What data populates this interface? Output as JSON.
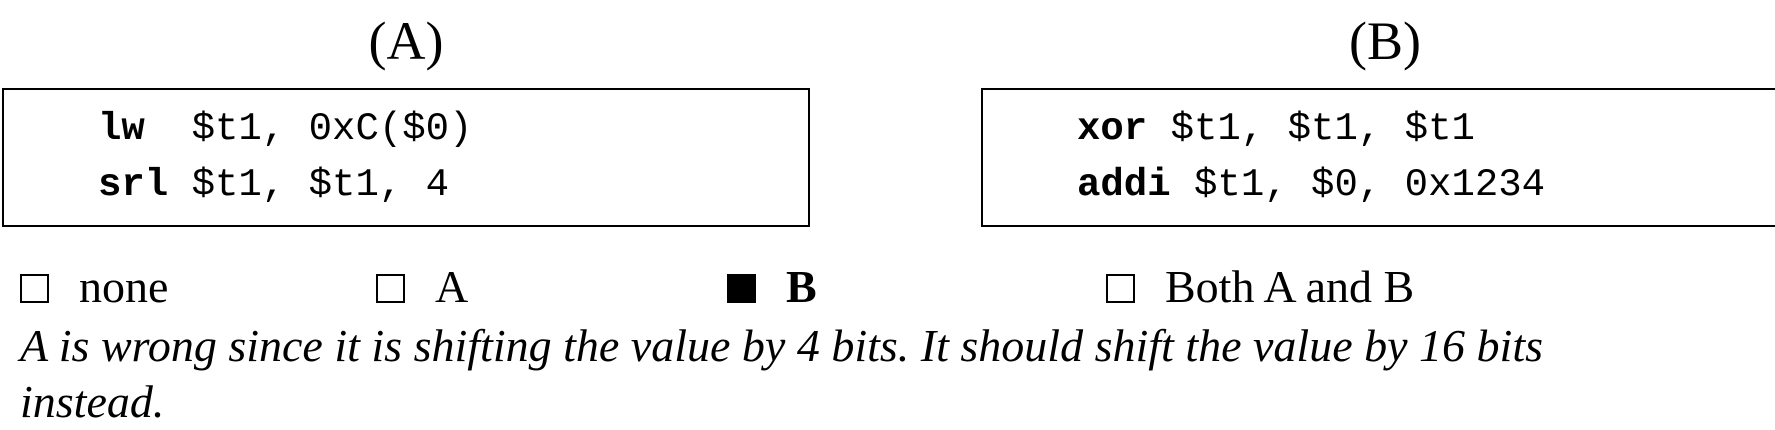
{
  "panels": {
    "a": {
      "label": "(A)",
      "lines": [
        {
          "mnemonic": "lw",
          "operands": "  $t1, 0xC($0)"
        },
        {
          "mnemonic": "srl",
          "operands": " $t1, $t1, 4"
        }
      ]
    },
    "b": {
      "label": "(B)",
      "lines": [
        {
          "mnemonic": "xor",
          "operands": " $t1, $t1, $t1"
        },
        {
          "mnemonic": "addi",
          "operands": " $t1, $0, 0x1234"
        }
      ]
    }
  },
  "options": [
    {
      "label": "none",
      "checked": false
    },
    {
      "label": "A",
      "checked": false
    },
    {
      "label": "B",
      "checked": true
    },
    {
      "label": "Both A and B",
      "checked": false
    }
  ],
  "explanation": {
    "line1": "A is wrong since it is shifting the value by 4 bits. It should shift the value by 16 bits",
    "line2": "instead."
  }
}
